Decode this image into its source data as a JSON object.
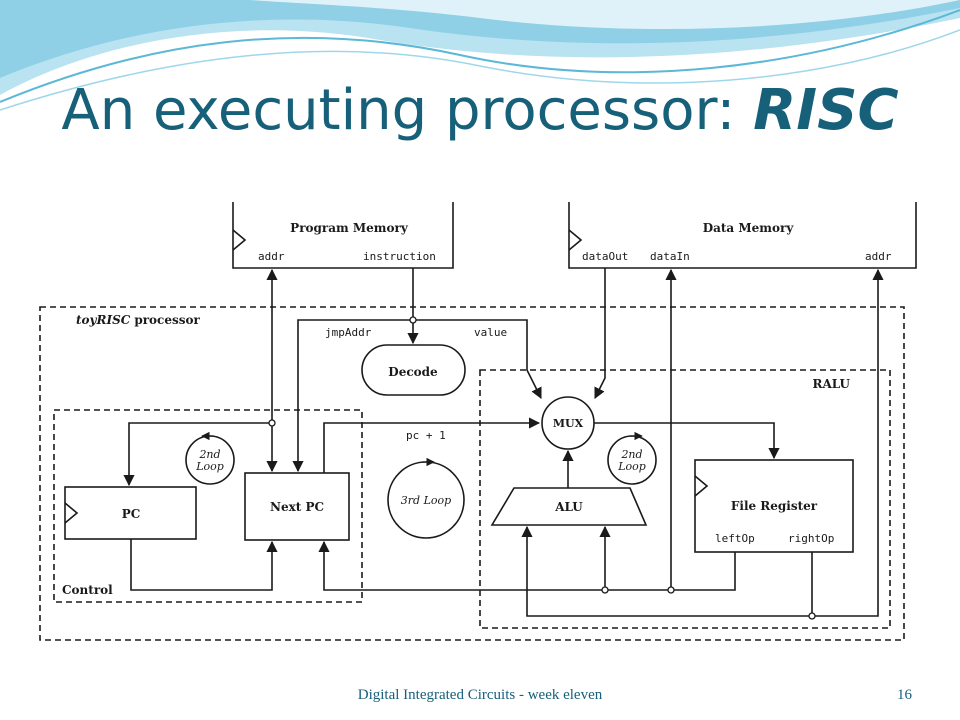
{
  "slide": {
    "title_prefix": "An executing processor: ",
    "title_emph": "RISC",
    "footer": "Digital Integrated Circuits - week eleven",
    "page_number": "16"
  },
  "diagram": {
    "program_memory": {
      "title": "Program Memory",
      "addr": "addr",
      "instruction": "instruction"
    },
    "data_memory": {
      "title": "Data Memory",
      "data_out": "dataOut",
      "data_in": "dataIn",
      "addr": "addr"
    },
    "processor_label": "processor",
    "processor_label_italic": "toyRISC",
    "jmp_addr": "jmpAddr",
    "value": "value",
    "decode": "Decode",
    "ralu": "RALU",
    "mux": "MUX",
    "pc_plus": "pc + 1",
    "loop2_a": [
      "2nd",
      "Loop"
    ],
    "loop2_b": [
      "2nd",
      "Loop"
    ],
    "loop3": "3rd Loop",
    "pc": "PC",
    "next_pc": "Next PC",
    "alu": "ALU",
    "file_register": "File Register",
    "left_op": "leftOp",
    "right_op": "rightOp",
    "control": "Control"
  },
  "colors": {
    "title": "#17607a",
    "line": "#1a1a1a",
    "wave": "#7fc9e0"
  }
}
